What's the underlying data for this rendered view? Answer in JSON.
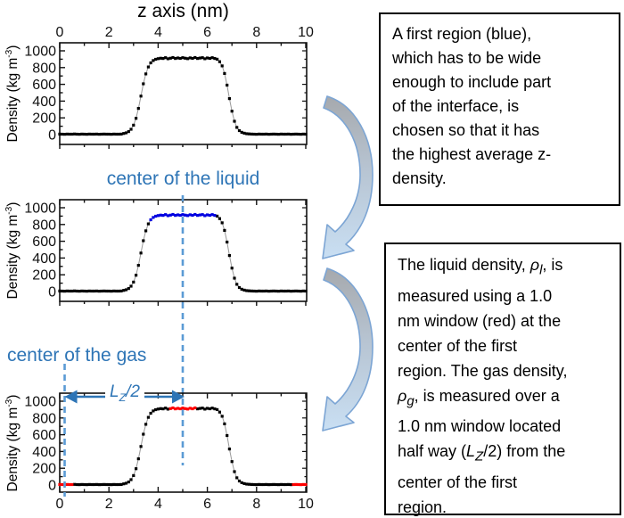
{
  "chart_data": {
    "type": "scatter",
    "shared": {
      "title": "z axis (nm)",
      "ylabel_segments": [
        {
          "t": "Density (kg m"
        },
        {
          "t": "-3",
          "sup": true
        },
        {
          "t": ")"
        }
      ],
      "x_ticks": [
        0,
        2,
        4,
        6,
        8,
        10
      ],
      "x_minor_step": 1,
      "y_ticks": [
        0,
        200,
        400,
        600,
        800,
        1000
      ],
      "y_minor_step": 100,
      "xlim": [
        0,
        10
      ],
      "ylim": [
        0,
        1000
      ],
      "marker": "square",
      "marker_color": "#000000",
      "line_color": "#999999",
      "dash_color": "#5B9BD5",
      "accent_blue": "#2E75B6"
    },
    "profile": {
      "z_start": 0,
      "z_step": 0.1,
      "density": [
        6,
        5,
        4,
        6,
        5,
        5,
        7,
        5,
        4,
        6,
        5,
        4,
        6,
        5,
        5,
        6,
        4,
        5,
        6,
        5,
        5,
        4,
        6,
        5,
        5,
        6,
        14,
        21,
        36,
        64,
        113,
        195,
        313,
        460,
        606,
        724,
        807,
        856,
        884,
        899,
        906,
        912,
        908,
        918,
        905,
        912,
        920,
        908,
        915,
        910,
        918,
        912,
        906,
        916,
        910,
        920,
        908,
        914,
        918,
        905,
        915,
        910,
        918,
        908,
        900,
        870,
        820,
        730,
        590,
        430,
        280,
        160,
        86,
        48,
        28,
        17,
        11,
        8,
        6,
        5,
        4,
        6,
        5,
        5,
        6,
        4,
        5,
        6,
        5,
        4,
        6,
        5,
        5,
        6,
        4,
        5,
        6,
        5,
        4,
        6,
        5
      ]
    },
    "plots": [
      {
        "name": "first-region-plot",
        "x_tick_labels": "top",
        "highlights": [],
        "vlines": []
      },
      {
        "name": "center-of-liquid-plot",
        "label": "center of the liquid",
        "x_tick_labels": "none",
        "highlights": [
          {
            "from": 3.65,
            "to": 6.35,
            "color": "#0000E0",
            "name": "first-region-blue"
          }
        ],
        "vlines": [
          {
            "z": 5.0,
            "name": "center-of-liquid-dashed-line"
          }
        ]
      },
      {
        "name": "center-of-gas-plot",
        "label": "center of the gas",
        "x_tick_labels": "bottom",
        "highlights": [
          {
            "from": -0.01,
            "to": 0.55,
            "color": "#FE0000",
            "name": "gas-window-red-left"
          },
          {
            "from": 4.45,
            "to": 5.55,
            "color": "#FE0000",
            "name": "liquid-window-red"
          },
          {
            "from": 9.45,
            "to": 10.01,
            "color": "#FE0000",
            "name": "gas-window-red-right"
          }
        ],
        "vlines": [
          {
            "z": 0.2,
            "name": "center-of-gas-dashed-line"
          }
        ],
        "span_label": {
          "from_z": 0.2,
          "to_z": 5.0,
          "text_segments": [
            {
              "t": "L",
              "i": true
            },
            {
              "t": "Z",
              "i": true,
              "sub": true
            },
            {
              "t": "/2"
            }
          ]
        }
      }
    ]
  },
  "boxes": [
    {
      "name": "first-region-explanation",
      "lines": [
        [
          {
            "t": "A first region (blue),"
          }
        ],
        [
          {
            "t": "which has to be wide"
          }
        ],
        [
          {
            "t": "enough to include part"
          }
        ],
        [
          {
            "t": "of the interface, is"
          }
        ],
        [
          {
            "t": "chosen so that it has"
          }
        ],
        [
          {
            "t": "the highest average z-"
          }
        ],
        [
          {
            "t": "density."
          }
        ]
      ]
    },
    {
      "name": "density-measurement-explanation",
      "lines": [
        [
          {
            "t": "The liquid density, "
          },
          {
            "t": "ρ",
            "i": true
          },
          {
            "t": "l",
            "i": true,
            "sub": true
          },
          {
            "t": ", is"
          }
        ],
        [
          {
            "t": "measured using a 1.0"
          }
        ],
        [
          {
            "t": "nm window (red) at the"
          }
        ],
        [
          {
            "t": "center of the first"
          }
        ],
        [
          {
            "t": "region. The gas density,"
          }
        ],
        [
          {
            "t": "ρ",
            "i": true
          },
          {
            "t": "g",
            "i": true,
            "sub": true
          },
          {
            "t": ", is measured over a"
          }
        ],
        [
          {
            "t": "1.0 nm window located"
          }
        ],
        [
          {
            "t": "half way ("
          },
          {
            "t": "L",
            "i": true
          },
          {
            "t": "Z",
            "i": true,
            "sub": true
          },
          {
            "t": "/2) from the"
          }
        ],
        [
          {
            "t": "center of the first"
          }
        ],
        [
          {
            "t": "region."
          }
        ]
      ]
    }
  ]
}
